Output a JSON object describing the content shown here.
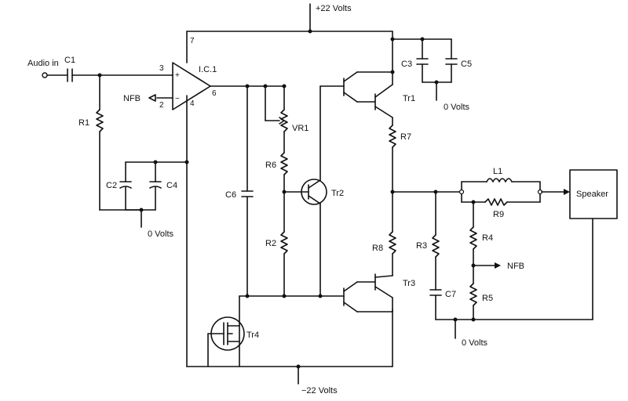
{
  "labels": {
    "audio_in": "Audio in",
    "c1": "C1",
    "r1": "R1",
    "c2": "C2",
    "c4": "C4",
    "zero_volts_left": "0 Volts",
    "ic1": "I.C.1",
    "nfb_in": "NFB",
    "pin3": "3",
    "pin2": "2",
    "pin4": "4",
    "pin6": "6",
    "pin7": "7",
    "plus_in": "+",
    "minus_in": "−",
    "plus22": "+22 Volts",
    "minus22": "−22 Volts",
    "c3": "C3",
    "c5": "C5",
    "zero_volts_top": "0 Volts",
    "tr1": "Tr1",
    "r7": "R7",
    "vr1": "VR1",
    "r6": "R6",
    "tr2": "Tr2",
    "c6": "C6",
    "r2": "R2",
    "r8": "R8",
    "tr3": "Tr3",
    "tr4": "Tr4",
    "l1": "L1",
    "r9": "R9",
    "speaker": "Speaker",
    "r3": "R3",
    "r4": "R4",
    "nfb_out": "NFB",
    "c7": "C7",
    "r5": "R5",
    "zero_volts_bottom": "0 Volts"
  }
}
